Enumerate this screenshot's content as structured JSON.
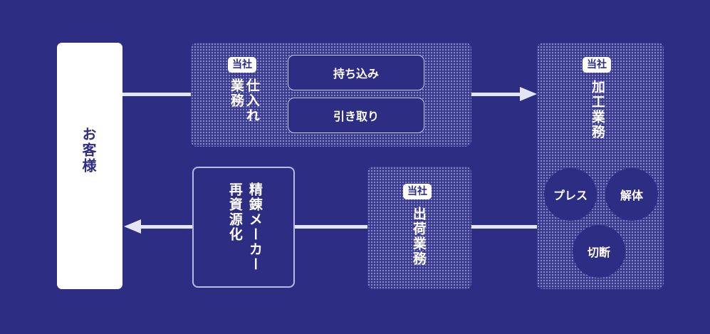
{
  "customer": {
    "label": "お客様"
  },
  "purchasing": {
    "badge": "当社",
    "title_col1": "仕入れ",
    "title_col2": "業務",
    "options": [
      "持ち込み",
      "引き取り"
    ]
  },
  "processing": {
    "badge": "当社",
    "title": "加工業務",
    "methods": [
      "プレス",
      "解体",
      "切断"
    ]
  },
  "shipping": {
    "badge": "当社",
    "title": "出荷業務"
  },
  "refiner": {
    "title_col1": "精錬メーカー",
    "title_col2": "再資源化"
  },
  "colors": {
    "background": "#2e2d84",
    "foreground": "#ffffff",
    "line": "#e3e6f7"
  }
}
